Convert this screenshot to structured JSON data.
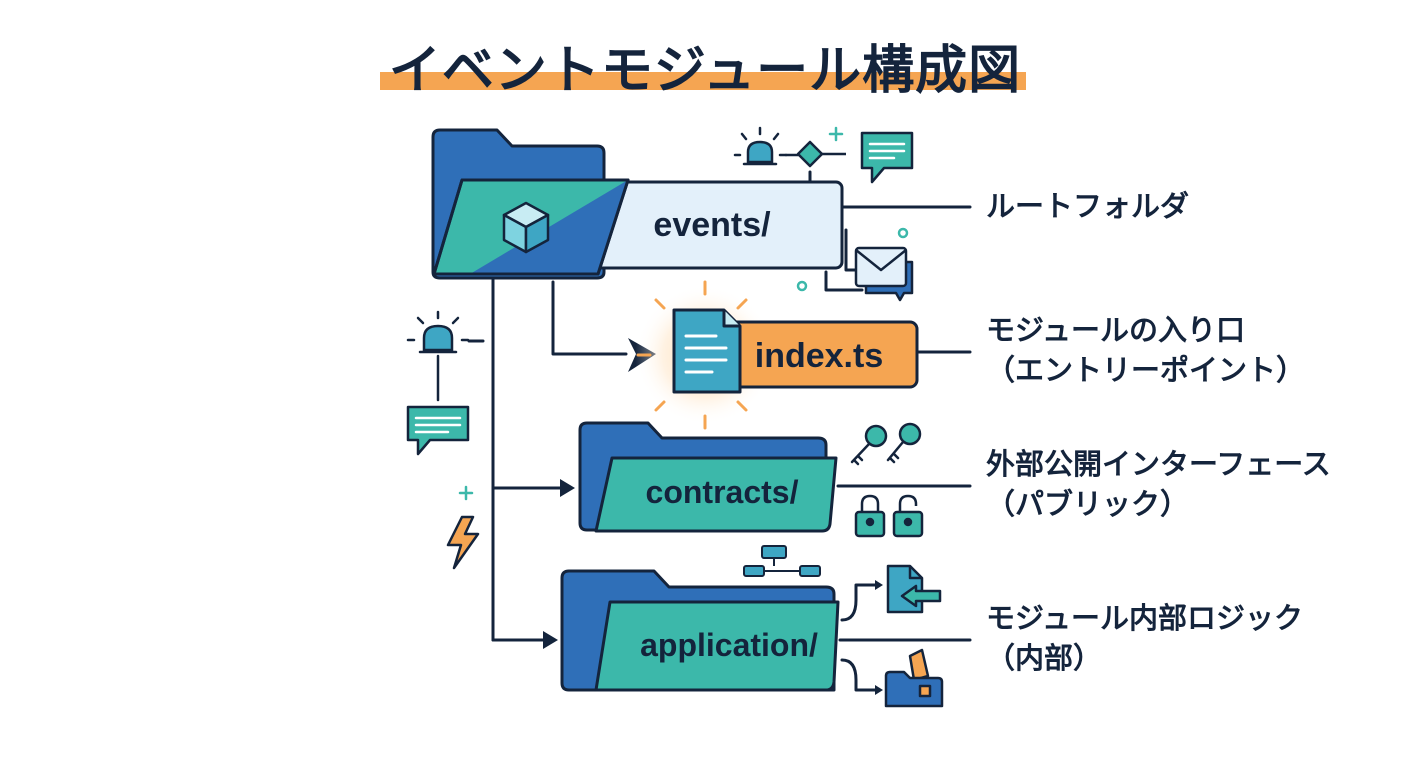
{
  "title": "イベントモジュール構成図",
  "nodes": {
    "root": "events/",
    "entry": "index.ts",
    "contracts": "contracts/",
    "application": "application/"
  },
  "annotations": {
    "root": [
      "ルートフォルダ"
    ],
    "entry": [
      "モジュールの入り口",
      "（エントリーポイント）"
    ],
    "contracts": [
      "外部公開インターフェース",
      "（パブリック）"
    ],
    "application": [
      "モジュール内部ロジック",
      "（内部）"
    ]
  },
  "colors": {
    "navy": "#14243c",
    "blue": "#2f6fb8",
    "teal": "#3cb8aa",
    "light_blue": "#e3f0fa",
    "orange": "#f5a552"
  },
  "icons": [
    "cube-icon",
    "document-icon",
    "bell-icon",
    "chat-icon",
    "mail-icon",
    "lightning-icon",
    "key-icon",
    "lock-icon",
    "unlock-icon",
    "network-icon",
    "file-transfer-icon",
    "folder-settings-icon"
  ]
}
